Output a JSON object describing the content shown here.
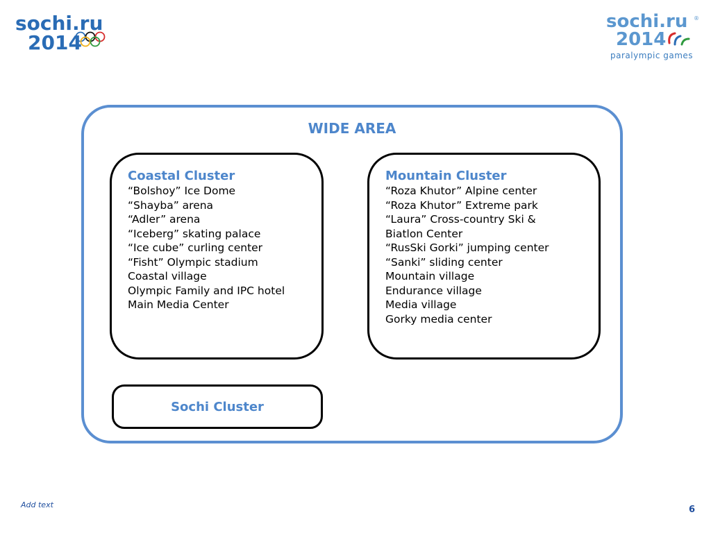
{
  "logos": {
    "left": {
      "line1": "sochi.ru",
      "line2": "2014"
    },
    "right": {
      "line1": "sochi.ru",
      "line2": "2014",
      "subtitle": "paralympic games"
    }
  },
  "wide_area": {
    "title": "WIDE AREA",
    "coastal": {
      "title": "Coastal Cluster",
      "items": [
        "“Bolshoy” Ice Dome",
        "“Shayba” arena",
        "“Adler” arena",
        "“Iceberg” skating palace",
        "“Ice cube” curling center",
        "“Fisht” Olympic stadium",
        "Coastal village",
        "Olympic Family and IPC hotel",
        "Main Media Center"
      ]
    },
    "mountain": {
      "title": "Mountain Cluster",
      "items": [
        "“Roza Khutor” Alpine center",
        "“Roza Khutor” Extreme park",
        "“Laura” Cross-country Ski &",
        "Biatlon Center",
        "“RusSki Gorki” jumping center",
        "“Sanki” sliding center",
        "Mountain village",
        "Endurance village",
        "Media village",
        "Gorky media center"
      ]
    },
    "sochi": {
      "title": "Sochi Cluster"
    }
  },
  "footer": {
    "text": "Add text",
    "page": "6"
  },
  "colors": {
    "accent": "#4d86cb",
    "border_blue": "#5b8fd1",
    "footer_blue": "#1f4e9e"
  }
}
